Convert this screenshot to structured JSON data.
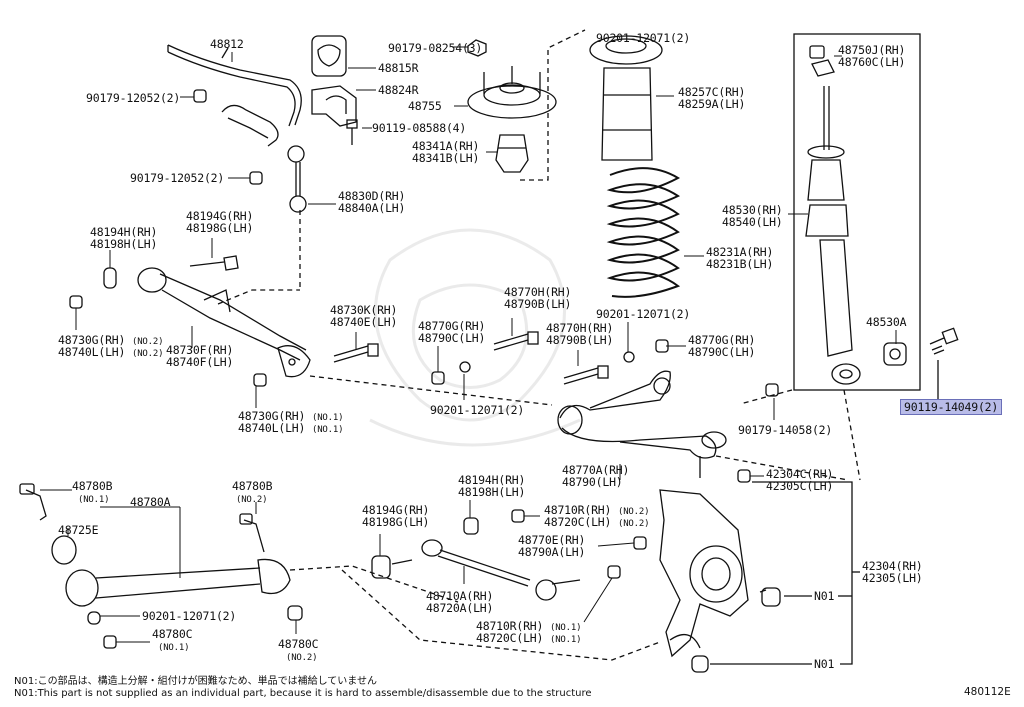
{
  "labels": {
    "p48812": "48812",
    "p90179_08254": "90179-08254(3)",
    "p48815R": "48815R",
    "p48824R": "48824R",
    "p48755": "48755",
    "p90119_08588": "90119-08588(4)",
    "p90179_12052a": "90179-12052(2)",
    "p90179_12052b": "90179-12052(2)",
    "p48830D": "48830D(RH)",
    "p48840A": "48840A(LH)",
    "p48341A": "48341A(RH)",
    "p48341B": "48341B(LH)",
    "p90201_top": "90201-12071(2)",
    "p48257C": "48257C(RH)",
    "p48259A": "48259A(LH)",
    "p48231A": "48231A(RH)",
    "p48231B": "48231B(LH)",
    "p48750J": "48750J(RH)",
    "p48760C": "48760C(LH)",
    "p48530": "48530(RH)",
    "p48540": "48540(LH)",
    "p48530A": "48530A",
    "p90119_14049": "90119-14049(2)",
    "p90179_14058": "90179-14058(2)",
    "p48194H_a": "48194H(RH)",
    "p48198H_a": "48198H(LH)",
    "p48194G_a": "48194G(RH)",
    "p48198G_a": "48198G(LH)",
    "p48730G_2": "48730G(RH)",
    "p48740L_2": "48740L(LH)",
    "no2a": "(NO.2)",
    "no2b": "(NO.2)",
    "p48730F": "48730F(RH)",
    "p48740F": "48740F(LH)",
    "p48730K": "48730K(RH)",
    "p48740E": "48740E(LH)",
    "p48730G_1": "48730G(RH)",
    "p48740L_1": "48740L(LH)",
    "no1a": "(NO.1)",
    "no1b": "(NO.1)",
    "p48770G_a": "48770G(RH)",
    "p48790C_a": "48790C(LH)",
    "p48770H_a": "48770H(RH)",
    "p48790B_a": "48790B(LH)",
    "p48770H_b": "48770H(RH)",
    "p48790B_b": "48790B(LH)",
    "p48770G_b": "48770G(RH)",
    "p48790C_b": "48790C(LH)",
    "p90201_mid": "90201-12071(2)",
    "p90201_left": "90201-12071(2)",
    "p48770A": "48770A(RH)",
    "p48790": "48790(LH)",
    "p42304C": "42304C(RH)",
    "p42305C": "42305C(LH)",
    "p42304": "42304(RH)",
    "p42305": "42305(LH)",
    "n01a": "N01",
    "n01b": "N01",
    "p48780B_a": "48780B",
    "no1c": "(NO.1)",
    "p48780A": "48780A",
    "p48780B_b": "48780B",
    "no2c": "(NO.2)",
    "p48725E": "48725E",
    "p90201_bot": "90201-12071(2)",
    "p48780C_a": "48780C",
    "no1d": "(NO.1)",
    "p48780C_b": "48780C",
    "no2d": "(NO.2)",
    "p48194H_b": "48194H(RH)",
    "p48198H_b": "48198H(LH)",
    "p48194G_b": "48194G(RH)",
    "p48198G_b": "48198G(LH)",
    "p48710R_2": "48710R(RH)",
    "p48720C_2": "48720C(LH)",
    "no2e": "(NO.2)",
    "no2f": "(NO.2)",
    "p48770E": "48770E(RH)",
    "p48790A": "48790A(LH)",
    "p48710A": "48710A(RH)",
    "p48720A": "48720A(LH)",
    "p48710R_1": "48710R(RH)",
    "p48720C_1": "48720C(LH)",
    "no1e": "(NO.1)",
    "no1f": "(NO.1)"
  },
  "notes": {
    "jp": "N01:この部品は、構造上分解・組付けが困難なため、単品では補給していません",
    "en": "N01:This part is not supplied as an individual part, because it is hard to assemble/disassemble due to the structure"
  },
  "diagram_code": "480112E",
  "highlight_color": "#b9bce8"
}
